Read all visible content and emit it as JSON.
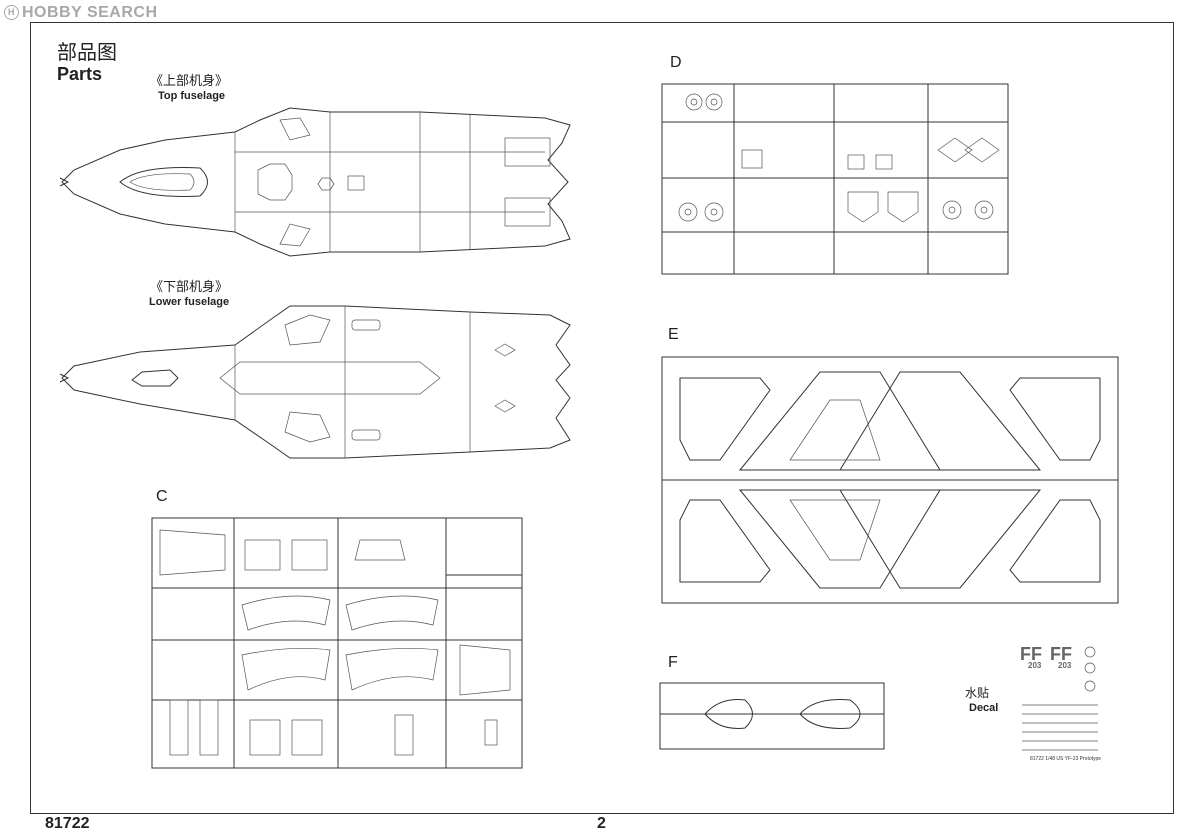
{
  "watermark": {
    "symbol": "H",
    "text": "HOBBY SEARCH"
  },
  "header": {
    "title_cn": "部品图",
    "title_en": "Parts"
  },
  "top_fuselage": {
    "label_cn": "《上部机身》",
    "label_en": "Top fuselage"
  },
  "lower_fuselage": {
    "label_cn": "《下部机身》",
    "label_en": "Lower fuselage"
  },
  "sprues": {
    "c": {
      "letter": "C"
    },
    "d": {
      "letter": "D"
    },
    "e": {
      "letter": "E"
    },
    "f": {
      "letter": "F"
    }
  },
  "decal": {
    "label_cn": "水贴",
    "label_en": "Decal",
    "big_letters": [
      "FF",
      "FF"
    ],
    "numbers": [
      "203",
      "203"
    ],
    "caption": "81722 1/48 US YF-23 Prototype"
  },
  "footer": {
    "kit_number": "81722",
    "page_number": "2"
  }
}
